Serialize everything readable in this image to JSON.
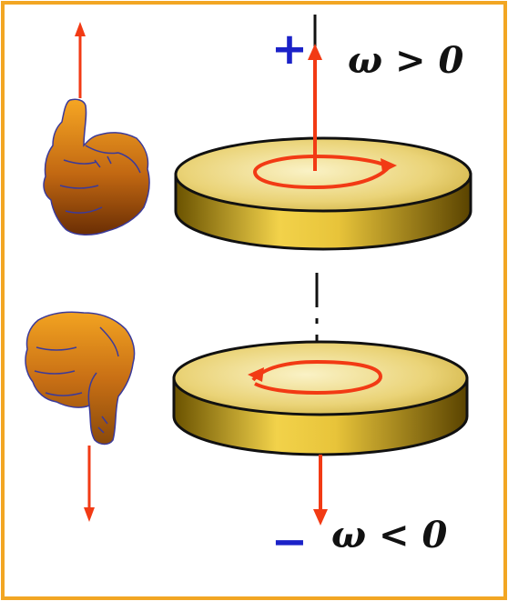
{
  "colors": {
    "border": "#f2a623",
    "arrow": "#f23a14",
    "axis": "#111111",
    "sign": "#1b22c8",
    "disk_top_light": "#f7ecb0",
    "disk_top_dark": "#d4b43c",
    "disk_side_light": "#f2d24a",
    "disk_side_dark": "#5a4300",
    "hand_light": "#f2a020",
    "hand_dark": "#7a3a06",
    "hand_outline": "#3b3a9a"
  },
  "top": {
    "sign": "+",
    "label": "ω > 0",
    "hand": "thumbs-up-hand",
    "rotation": "counterclockwise"
  },
  "bottom": {
    "sign": "−",
    "label": "ω < 0",
    "hand": "thumbs-down-hand",
    "rotation": "clockwise"
  }
}
